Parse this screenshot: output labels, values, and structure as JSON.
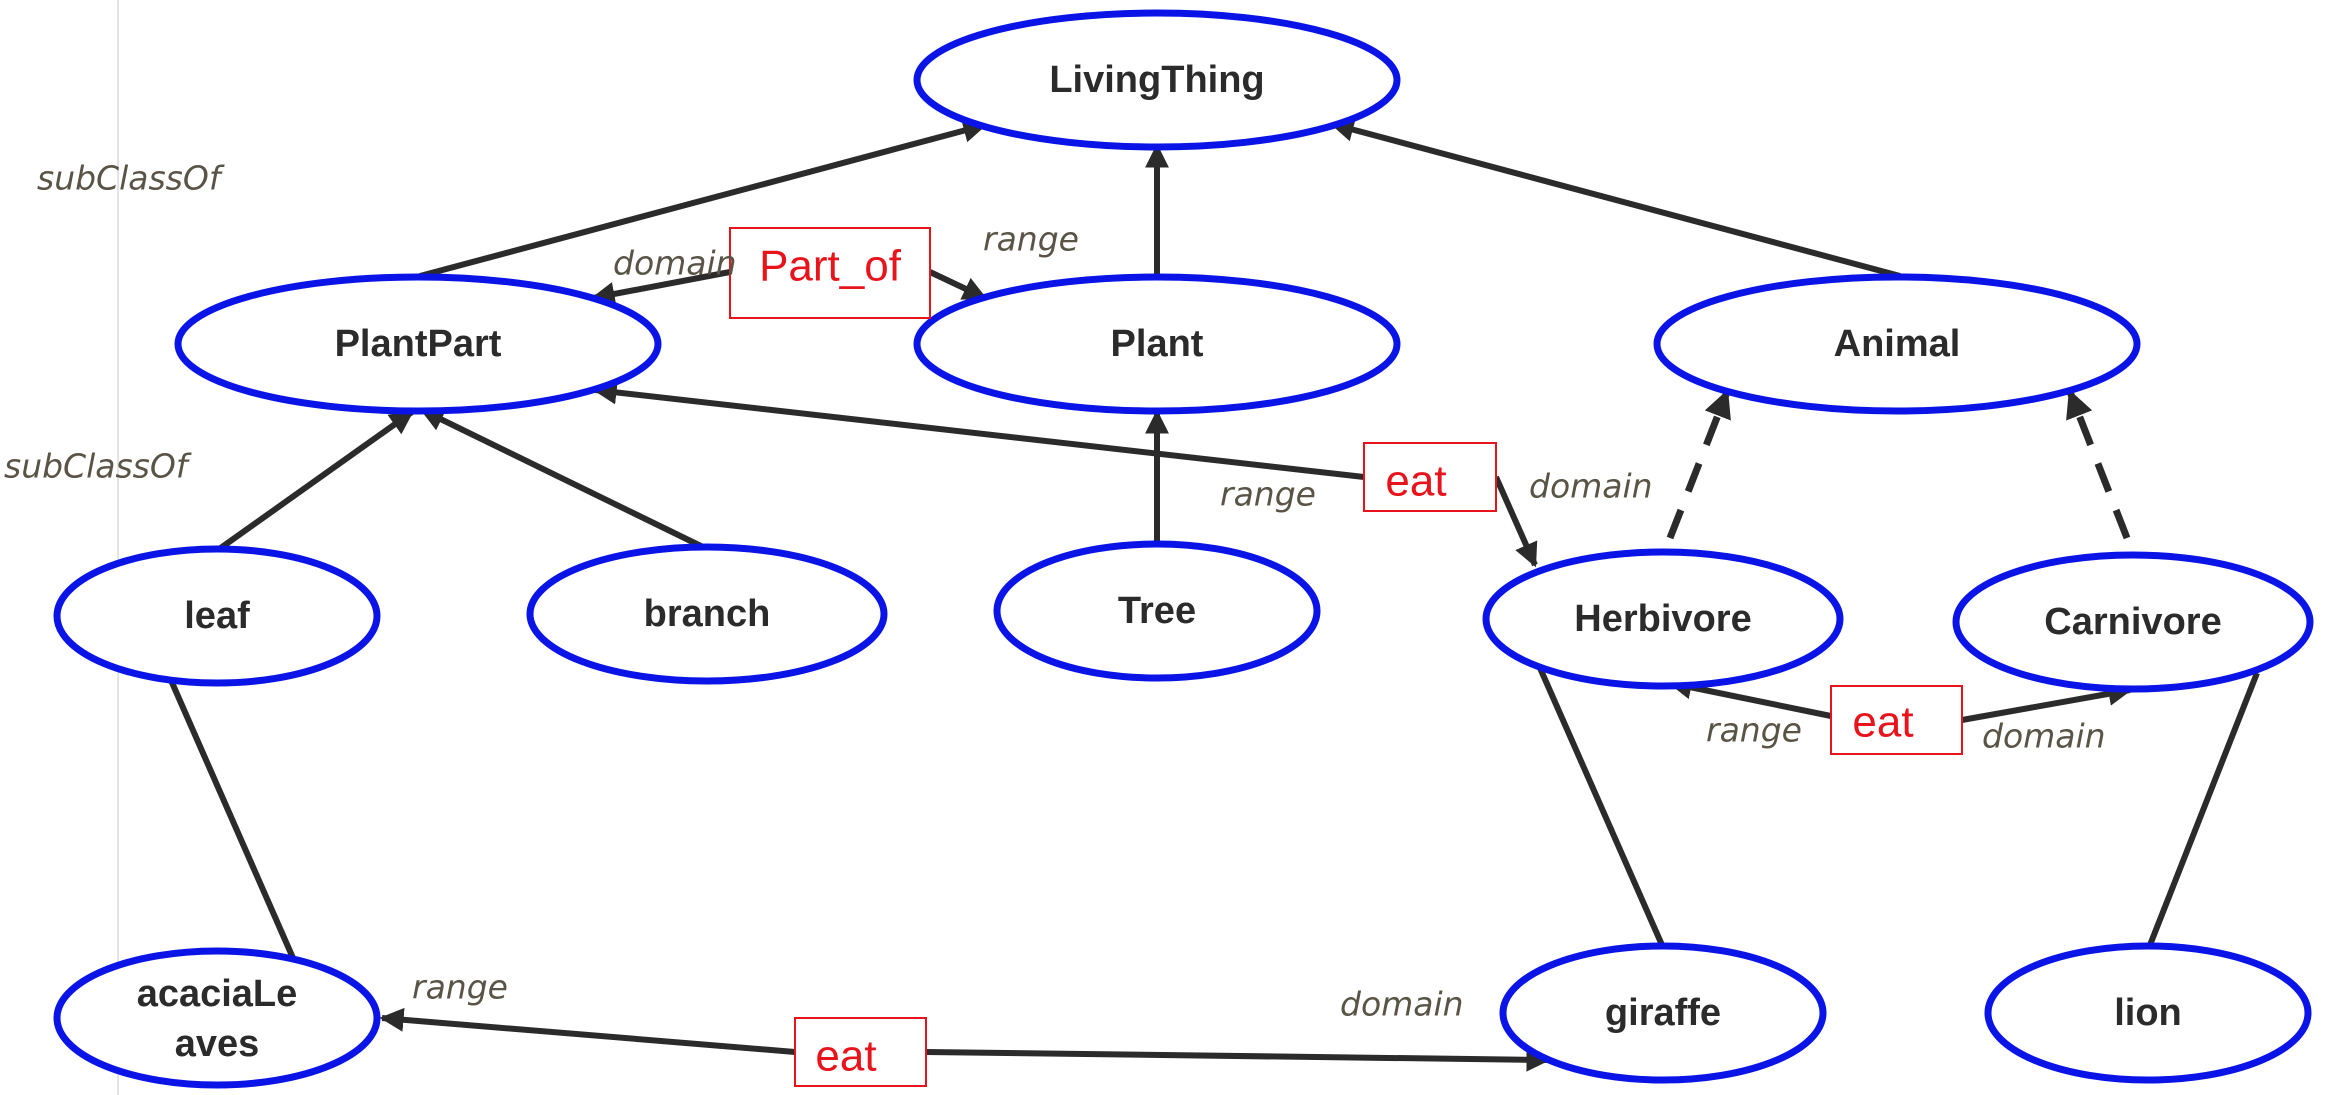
{
  "nodes": {
    "livingthing": "LivingThing",
    "plantpart": "PlantPart",
    "plant": "Plant",
    "animal": "Animal",
    "leaf": "leaf",
    "branch": "branch",
    "tree": "Tree",
    "herbivore": "Herbivore",
    "carnivore": "Carnivore",
    "acacia_line1": "acaciaLe",
    "acacia_line2": "aves",
    "giraffe": "giraffe",
    "lion": "lion"
  },
  "properties": {
    "part_of": "Part_of",
    "eat_top": "eat",
    "eat_mid": "eat",
    "eat_bottom": "eat"
  },
  "edge_labels": {
    "subclassof_top": "subClassOf",
    "subclassof_mid": "subClassOf",
    "partof_domain": "domain",
    "partof_range": "range",
    "eat_top_range": "range",
    "eat_top_domain": "domain",
    "eat_mid_range": "range",
    "eat_mid_domain": "domain",
    "eat_bottom_range": "range",
    "eat_bottom_domain": "domain"
  },
  "colors": {
    "node_border": "#0a14e6",
    "property_text": "#e8141c",
    "edge": "#2b2b2b"
  }
}
